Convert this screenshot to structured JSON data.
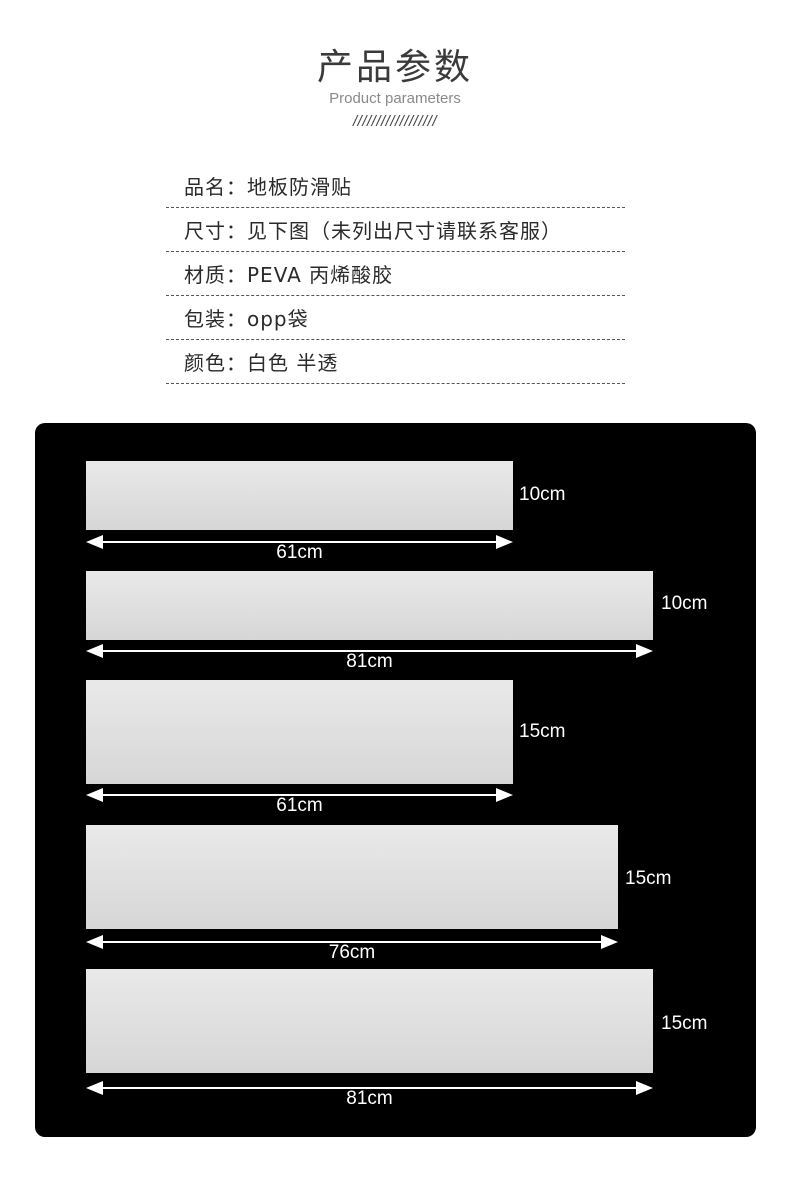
{
  "header": {
    "title": "产品参数",
    "subtitle": "Product parameters",
    "decoration": "//////////////////"
  },
  "params": [
    {
      "label": "品名：",
      "value": "地板防滑贴"
    },
    {
      "label": "尺寸：",
      "value": "见下图（未列出尺寸请联系客服）"
    },
    {
      "label": "材质：",
      "value": "PEVA 丙烯酸胶"
    },
    {
      "label": "包装：",
      "value": "opp袋"
    },
    {
      "label": "颜色：",
      "value": "白色 半透"
    }
  ],
  "sizes": [
    {
      "width": "61cm",
      "height": "10cm"
    },
    {
      "width": "81cm",
      "height": "10cm"
    },
    {
      "width": "61cm",
      "height": "15cm"
    },
    {
      "width": "76cm",
      "height": "15cm"
    },
    {
      "width": "81cm",
      "height": "15cm"
    }
  ],
  "colors": {
    "panel_bg": "#000000",
    "strip": "#e0e0e0",
    "text_dark": "#2a2a2a",
    "subtitle": "#8a8a8a"
  }
}
